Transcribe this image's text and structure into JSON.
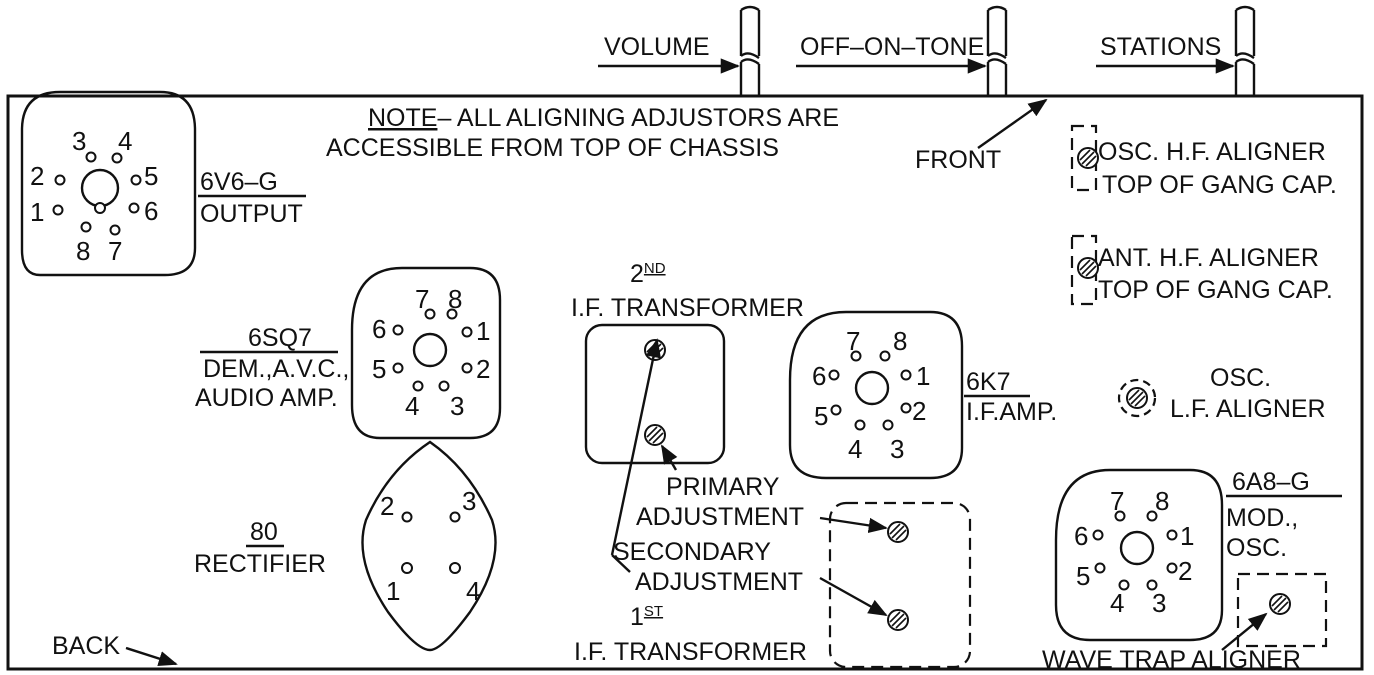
{
  "knobs": {
    "volume": "VOLUME",
    "off_on_tone": "OFF–ON–TONE",
    "stations": "STATIONS"
  },
  "note": {
    "prefix": "NOTE",
    "line1": "– ALL ALIGNING ADJUSTORS ARE",
    "line2": "ACCESSIBLE FROM TOP OF CHASSIS"
  },
  "front_label": "FRONT",
  "back_label": "BACK",
  "tubes": {
    "t6v6": {
      "type": "6V6–G",
      "function": "OUTPUT",
      "pins": [
        "1",
        "2",
        "3",
        "4",
        "5",
        "6",
        "7",
        "8"
      ]
    },
    "t6sq7": {
      "type": "6SQ7",
      "function1": "DEM.,A.V.C.,",
      "function2": "AUDIO AMP.",
      "pins": [
        "1",
        "2",
        "3",
        "4",
        "5",
        "6",
        "7",
        "8"
      ]
    },
    "t6k7": {
      "type": "6K7",
      "function": "I.F.AMP.",
      "pins": [
        "1",
        "2",
        "3",
        "4",
        "5",
        "6",
        "7",
        "8"
      ]
    },
    "t6a8": {
      "type": "6A8–G",
      "function1": "MOD.,",
      "function2": "OSC.",
      "pins": [
        "1",
        "2",
        "3",
        "4",
        "5",
        "6",
        "7",
        "8"
      ]
    },
    "t80": {
      "type": "80",
      "function": "RECTIFIER",
      "pins": [
        "1",
        "2",
        "3",
        "4"
      ]
    }
  },
  "transformers": {
    "second": {
      "ordinal_num": "2",
      "ordinal_sup": "ND",
      "label": "I.F. TRANSFORMER"
    },
    "first": {
      "ordinal_num": "1",
      "ordinal_sup": "ST",
      "label": "I.F. TRANSFORMER"
    }
  },
  "adjustments": {
    "primary1": "PRIMARY",
    "primary2": "ADJUSTMENT",
    "secondary1": "SECONDARY",
    "secondary2": "ADJUSTMENT"
  },
  "aligners": {
    "osc_hf1": "OSC. H.F. ALIGNER",
    "osc_hf2": "TOP OF GANG CAP.",
    "ant_hf1": "ANT. H.F. ALIGNER",
    "ant_hf2": "TOP OF GANG CAP.",
    "osc_lf1": "OSC.",
    "osc_lf2": "L.F. ALIGNER",
    "wave_trap": "WAVE TRAP ALIGNER"
  }
}
